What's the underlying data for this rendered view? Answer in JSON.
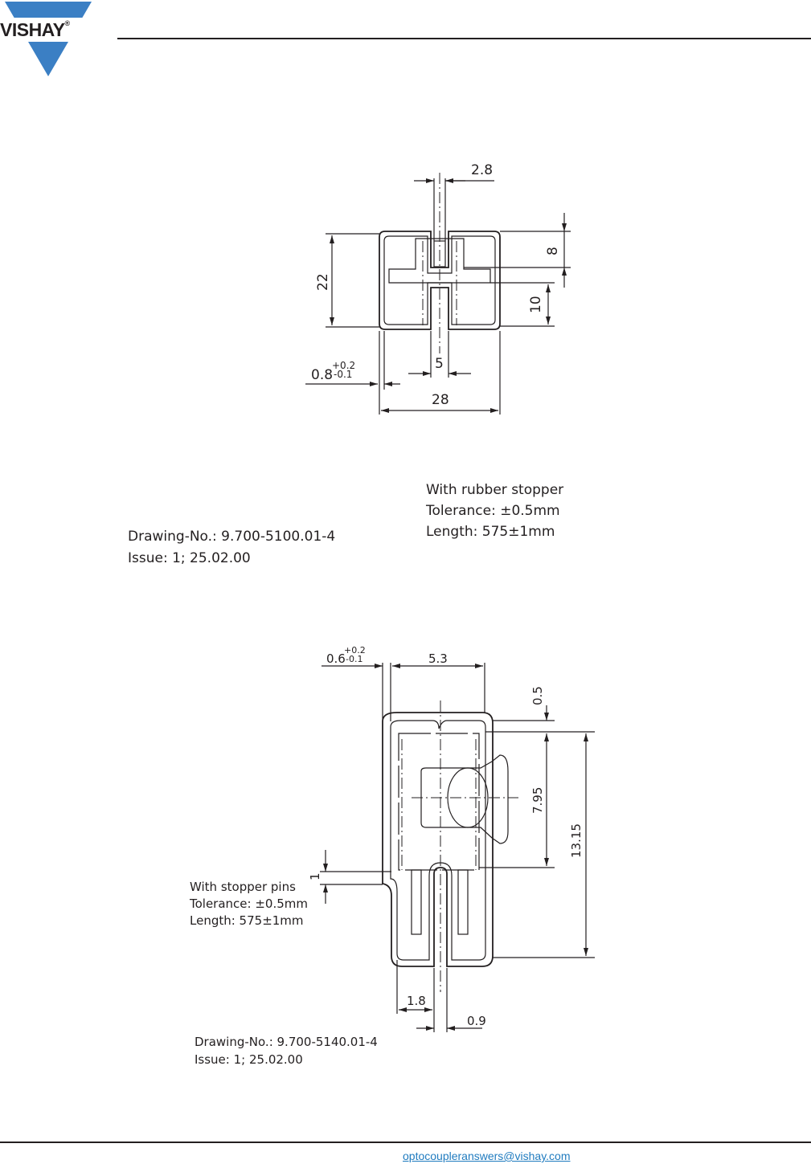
{
  "header": {
    "brand": "VISHAY",
    "registered": "®",
    "logo_color": "#3b7fc4"
  },
  "drawing1": {
    "dim_top": "2.8",
    "dim_right_upper": "8",
    "dim_right_lower": "10",
    "dim_left_height": "22",
    "dim_slot": "5",
    "dim_width": "28",
    "dim_wall": "0.8",
    "dim_wall_tol_plus": "+0.2",
    "dim_wall_tol_minus": "-0.1",
    "note_title": "With rubber stopper",
    "note_tolerance": "Tolerance: ±0.5mm",
    "note_length": "Length:  575±1mm",
    "drawing_no": "Drawing-No.: 9.700-5100.01-4",
    "issue": "Issue:  1;  25.02.00"
  },
  "drawing2": {
    "dim_wall": "0.6",
    "dim_wall_tol_plus": "+0.2",
    "dim_wall_tol_minus": "-0.1",
    "dim_top": "5.3",
    "dim_right_small": "0.5",
    "dim_right_mid": "7.95",
    "dim_right_total": "13.15",
    "dim_left_step": "1",
    "dim_bottom_a": "1.8",
    "dim_bottom_b": "0.9",
    "note_title": "With stopper pins",
    "note_tolerance": "Tolerance: ±0.5mm",
    "note_length": "Length:  575±1mm",
    "drawing_no": "Drawing-No.: 9.700-5140.01-4",
    "issue": "Issue:  1;  25.02.00"
  },
  "footer": {
    "email": "optocoupleranswers@vishay.com",
    "link_color": "#1f7bbf"
  }
}
